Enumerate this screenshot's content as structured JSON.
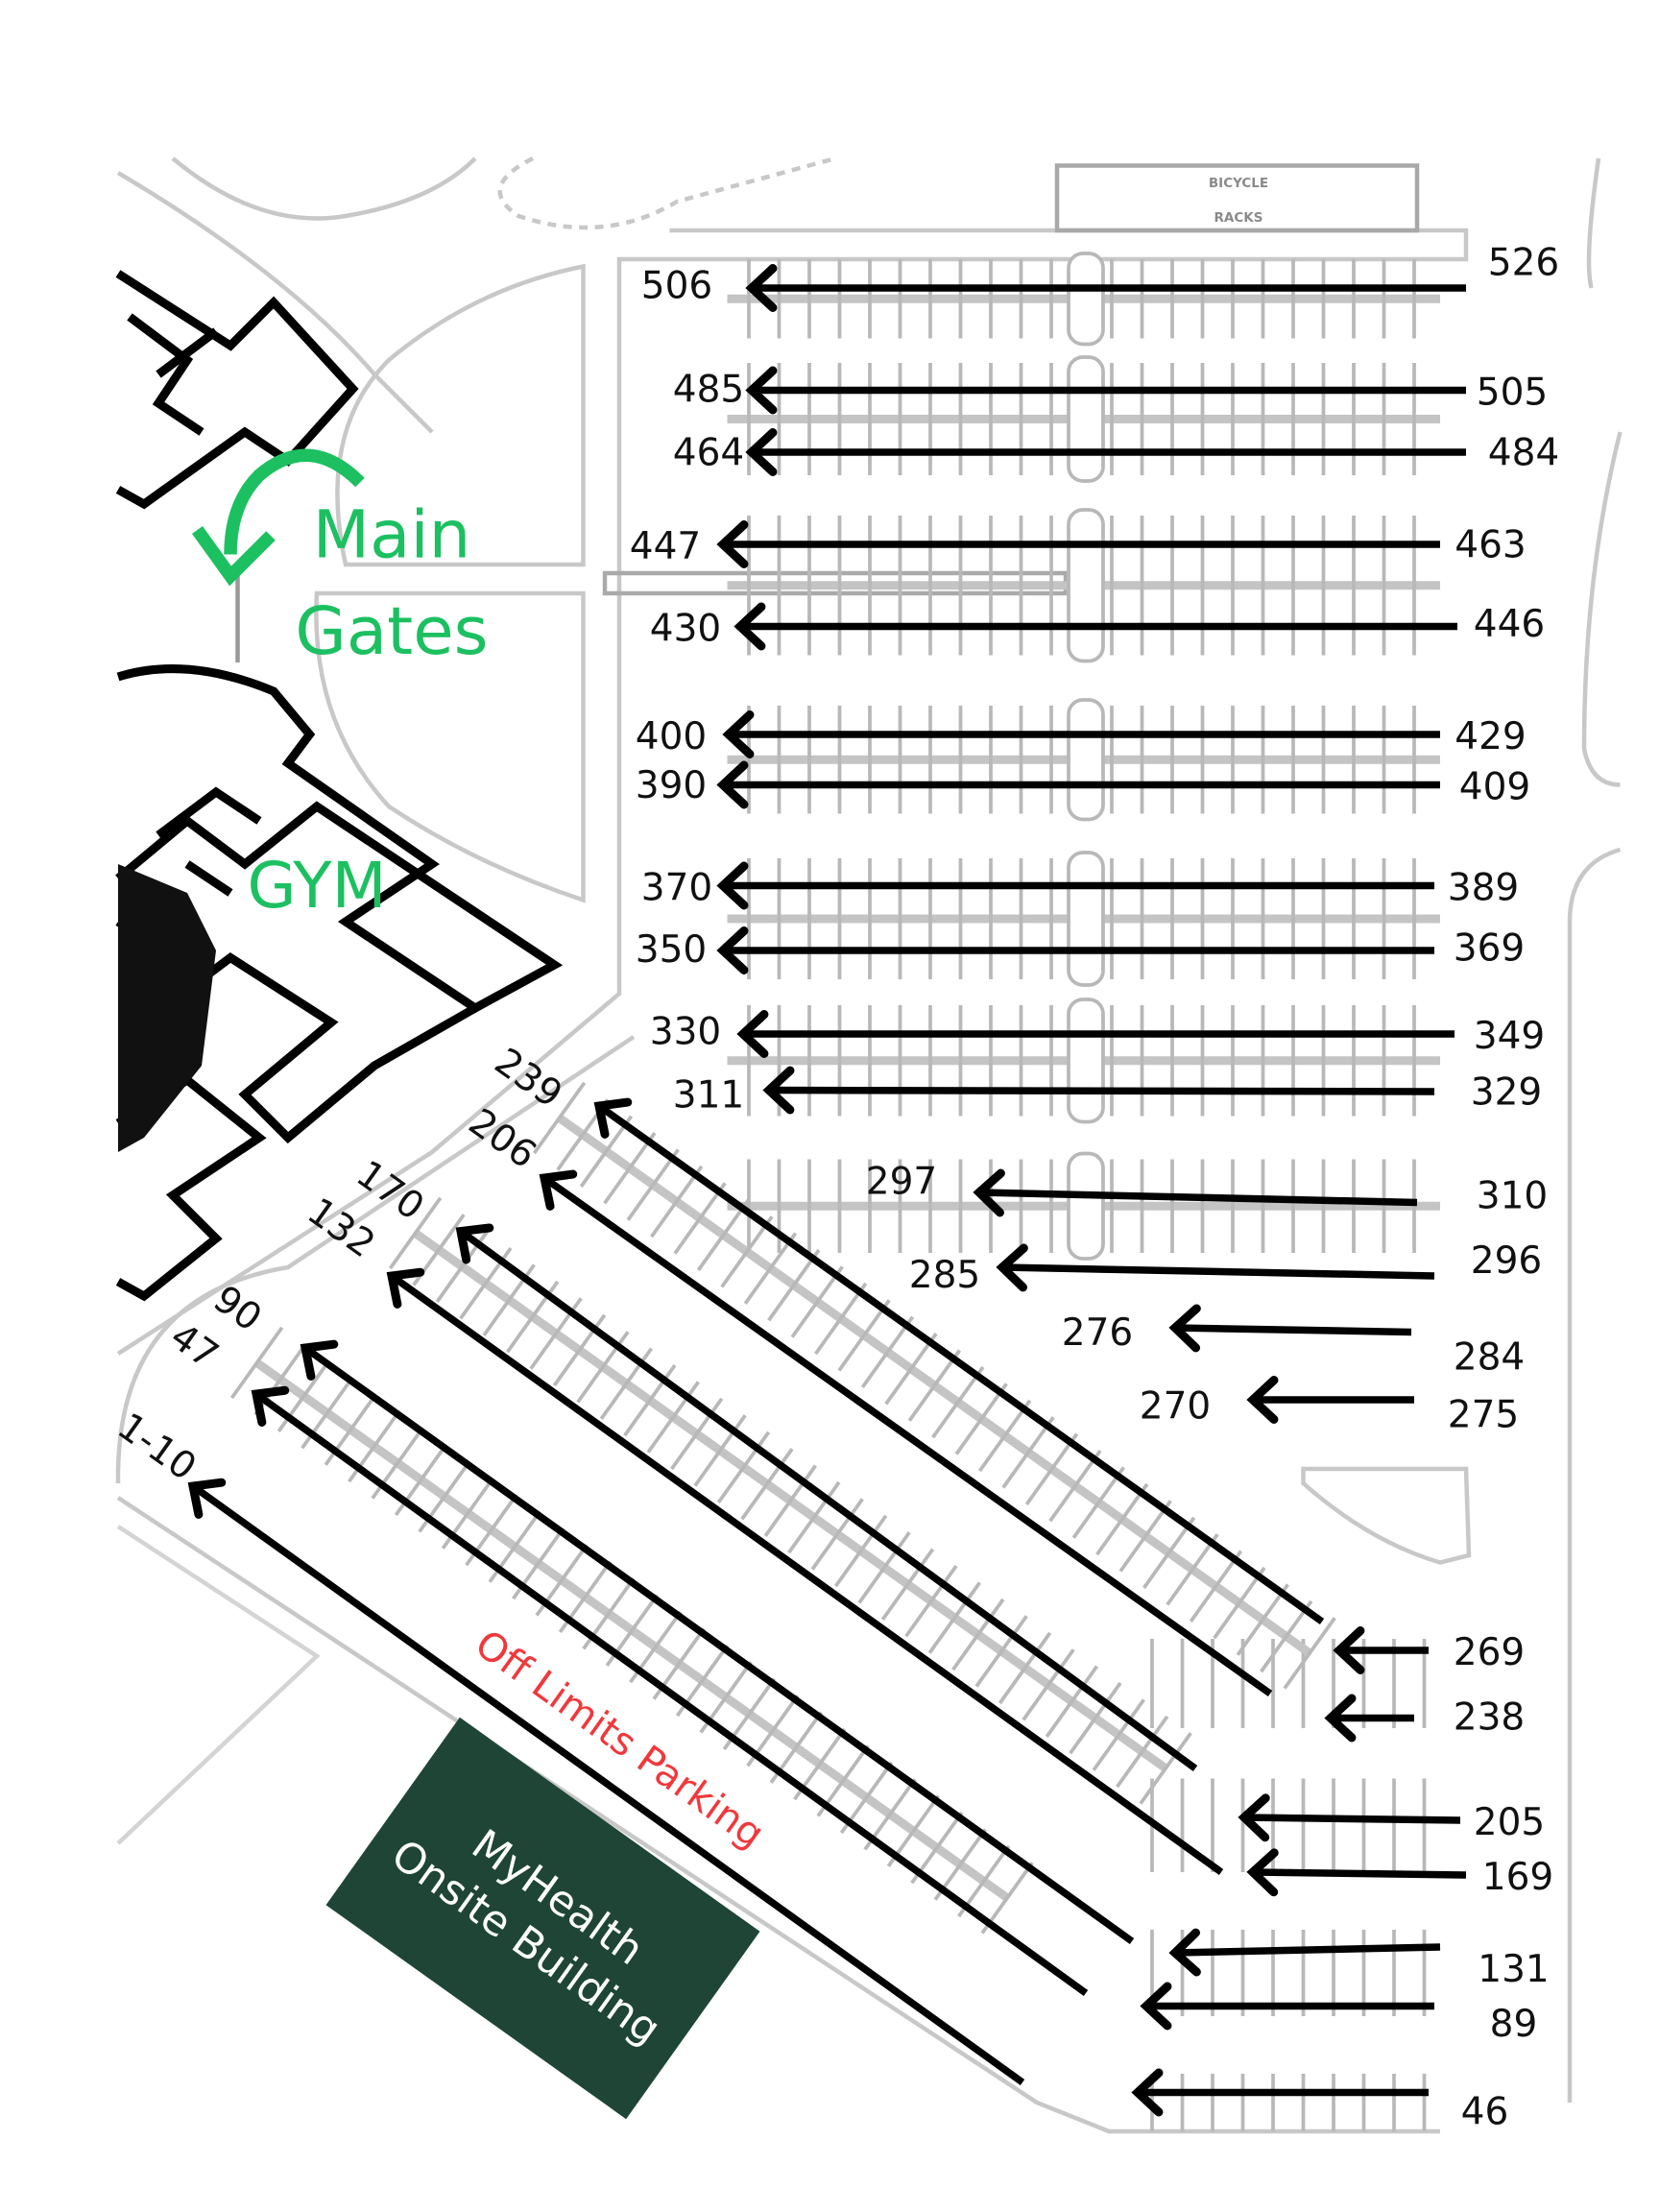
{
  "map": {
    "landmarks": {
      "main_gates_line1": "Main",
      "main_gates_line2": "Gates",
      "gym": "GYM",
      "off_limits": "Off Limits Parking",
      "building_line1": "MyHealth",
      "building_line2": "Onsite Building",
      "bicycle_line1": "BICYCLE",
      "bicycle_line2": "RACKS"
    },
    "colors": {
      "gates_green": "#1cc061",
      "off_limits_red": "#f0383c",
      "building_fill": "#1e4536",
      "arrow": "#000000",
      "lot_lines": "#b8b8b8"
    },
    "rows": [
      {
        "start": "526",
        "end": "506"
      },
      {
        "start": "505",
        "end": "485"
      },
      {
        "start": "484",
        "end": "464"
      },
      {
        "start": "463",
        "end": "447"
      },
      {
        "start": "446",
        "end": "430"
      },
      {
        "start": "429",
        "end": "400"
      },
      {
        "start": "409",
        "end": "390"
      },
      {
        "start": "389",
        "end": "370"
      },
      {
        "start": "369",
        "end": "350"
      },
      {
        "start": "349",
        "end": "330"
      },
      {
        "start": "329",
        "end": "311"
      },
      {
        "start": "310",
        "end": "297"
      },
      {
        "start": "296",
        "end": "285"
      },
      {
        "start": "284",
        "end": "276"
      },
      {
        "start": "275",
        "end": "270"
      },
      {
        "start": "269",
        "end": "239"
      },
      {
        "start": "238",
        "end": "206"
      },
      {
        "start": "205",
        "end": "170"
      },
      {
        "start": "169",
        "end": "132"
      },
      {
        "start": "131",
        "end": "90"
      },
      {
        "start": "89",
        "end": "47"
      },
      {
        "start": "46",
        "end": "1-10"
      }
    ]
  }
}
